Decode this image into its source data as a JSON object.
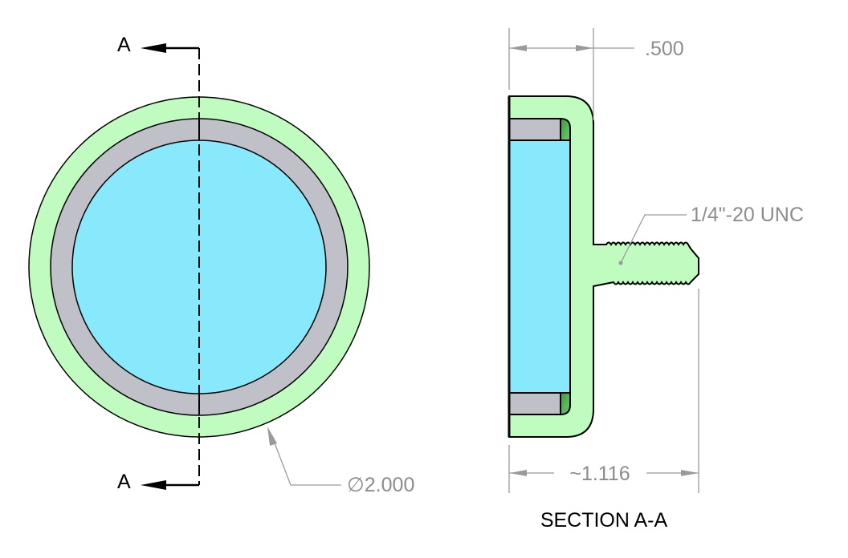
{
  "front_view": {
    "section_label_top": "A",
    "section_label_bottom": "A",
    "diameter_symbol": "∅",
    "diameter_value": "2.000"
  },
  "section_view": {
    "title": "SECTION A-A",
    "depth_dimension": ".500",
    "length_dimension": "~1.116",
    "thread_callout": "1/4\"-20 UNC"
  },
  "colors": {
    "housing": "#c0fcc0",
    "magnet": "#88e8fc",
    "ring": "#c0c0c8",
    "adhesive": "#4caf50",
    "dimension": "#8c8c8c"
  }
}
